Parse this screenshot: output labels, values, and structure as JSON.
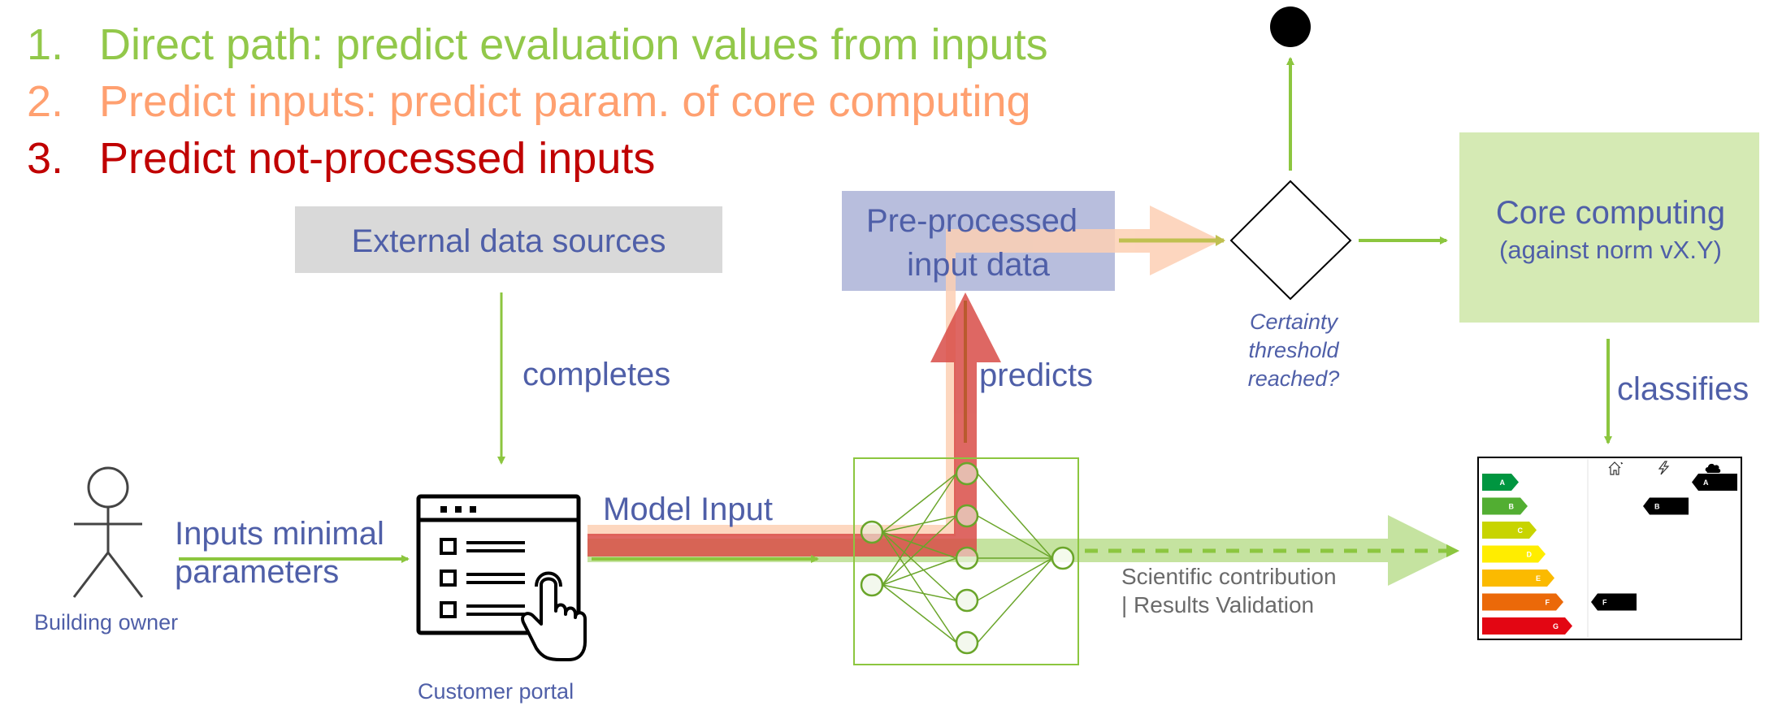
{
  "legend": {
    "items": [
      {
        "number": "1.",
        "text": "Direct path: predict evaluation values from inputs",
        "color": "#92c84a"
      },
      {
        "number": "2.",
        "text": "Predict inputs: predict param. of core computing",
        "color": "#ffa070"
      },
      {
        "number": "3.",
        "text": "Predict not-processed inputs",
        "color": "#c00000"
      }
    ]
  },
  "nodes": {
    "external_sources": {
      "label": "External data sources",
      "fill": "#d9d9d9"
    },
    "preprocessed": {
      "line1": "Pre-processed",
      "line2": "input data",
      "fill": "#b8bedd"
    },
    "core_computing": {
      "line1": "Core computing",
      "line2": "(against norm vX.Y)",
      "fill": "#d5eab4"
    },
    "decision": {
      "line1": "Certainty",
      "line2": "threshold",
      "line3": "reached?"
    },
    "actor": {
      "label": "Building owner"
    },
    "portal": {
      "label": "Customer portal"
    },
    "neural_network": {
      "input_nodes": 2,
      "hidden_nodes": 5,
      "output_nodes": 1
    }
  },
  "edges": {
    "actor_to_portal": {
      "line1": "Inputs minimal",
      "line2": "parameters"
    },
    "external_to_portal": {
      "label": "completes"
    },
    "portal_to_model": {
      "label": "Model Input"
    },
    "model_to_preprocessed": {
      "label": "predicts"
    },
    "core_to_label": {
      "label": "classifies"
    },
    "model_to_label": {
      "line1": "Scientific contribution",
      "line2": "| Results Validation"
    }
  },
  "energy_label": {
    "grades": [
      {
        "letter": "A",
        "color": "#009640"
      },
      {
        "letter": "B",
        "color": "#52ae32"
      },
      {
        "letter": "C",
        "color": "#c8d400"
      },
      {
        "letter": "D",
        "color": "#ffed00"
      },
      {
        "letter": "E",
        "color": "#fbba00"
      },
      {
        "letter": "F",
        "color": "#eb6909"
      },
      {
        "letter": "G",
        "color": "#e30613"
      }
    ],
    "columns": [
      {
        "icon": "house-icon",
        "rating": "F"
      },
      {
        "icon": "lightning-icon",
        "rating": "B"
      },
      {
        "icon": "cloud-icon",
        "rating": "A"
      }
    ]
  },
  "colors": {
    "green": "#8cc63f",
    "green_band": "#c5e3a0",
    "peach_band": "#fdd5bd",
    "red_band": "#dc5a55",
    "text_blue": "#4f5fa8"
  }
}
